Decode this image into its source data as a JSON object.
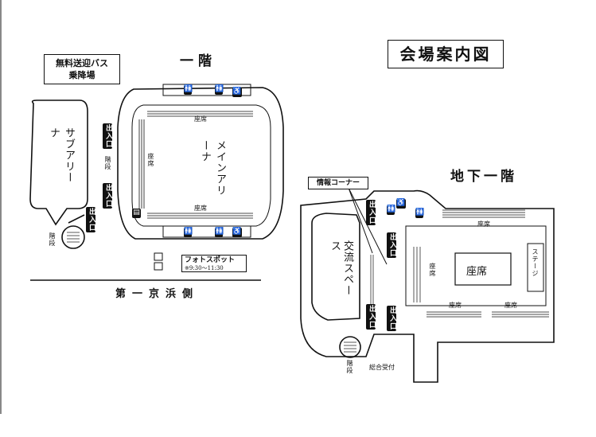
{
  "page_title": "会場案内図",
  "floor1": {
    "title": "一階",
    "bus_label_line1": "無料送迎バス",
    "bus_label_line2": "乗降場",
    "sub_arena": "サブアリーナ",
    "main_arena": "メインアリーナ",
    "seat": "座席",
    "entrance": "出入口",
    "stairs": "階段",
    "photo_spot": "フォトスポット",
    "photo_time": "※9:30〜11:30",
    "road": "第一京浜側"
  },
  "basement": {
    "title": "地下一階",
    "info_corner": "情報コーナー",
    "exchange_space": "交流スペース",
    "seat": "座席",
    "stage": "ステージ",
    "entrance": "出入口",
    "stairs": "階段",
    "reception": "総合受付"
  },
  "icons": [
    "restroom-icon",
    "accessible-icon",
    "elevator-icon",
    "stairs-icon"
  ]
}
